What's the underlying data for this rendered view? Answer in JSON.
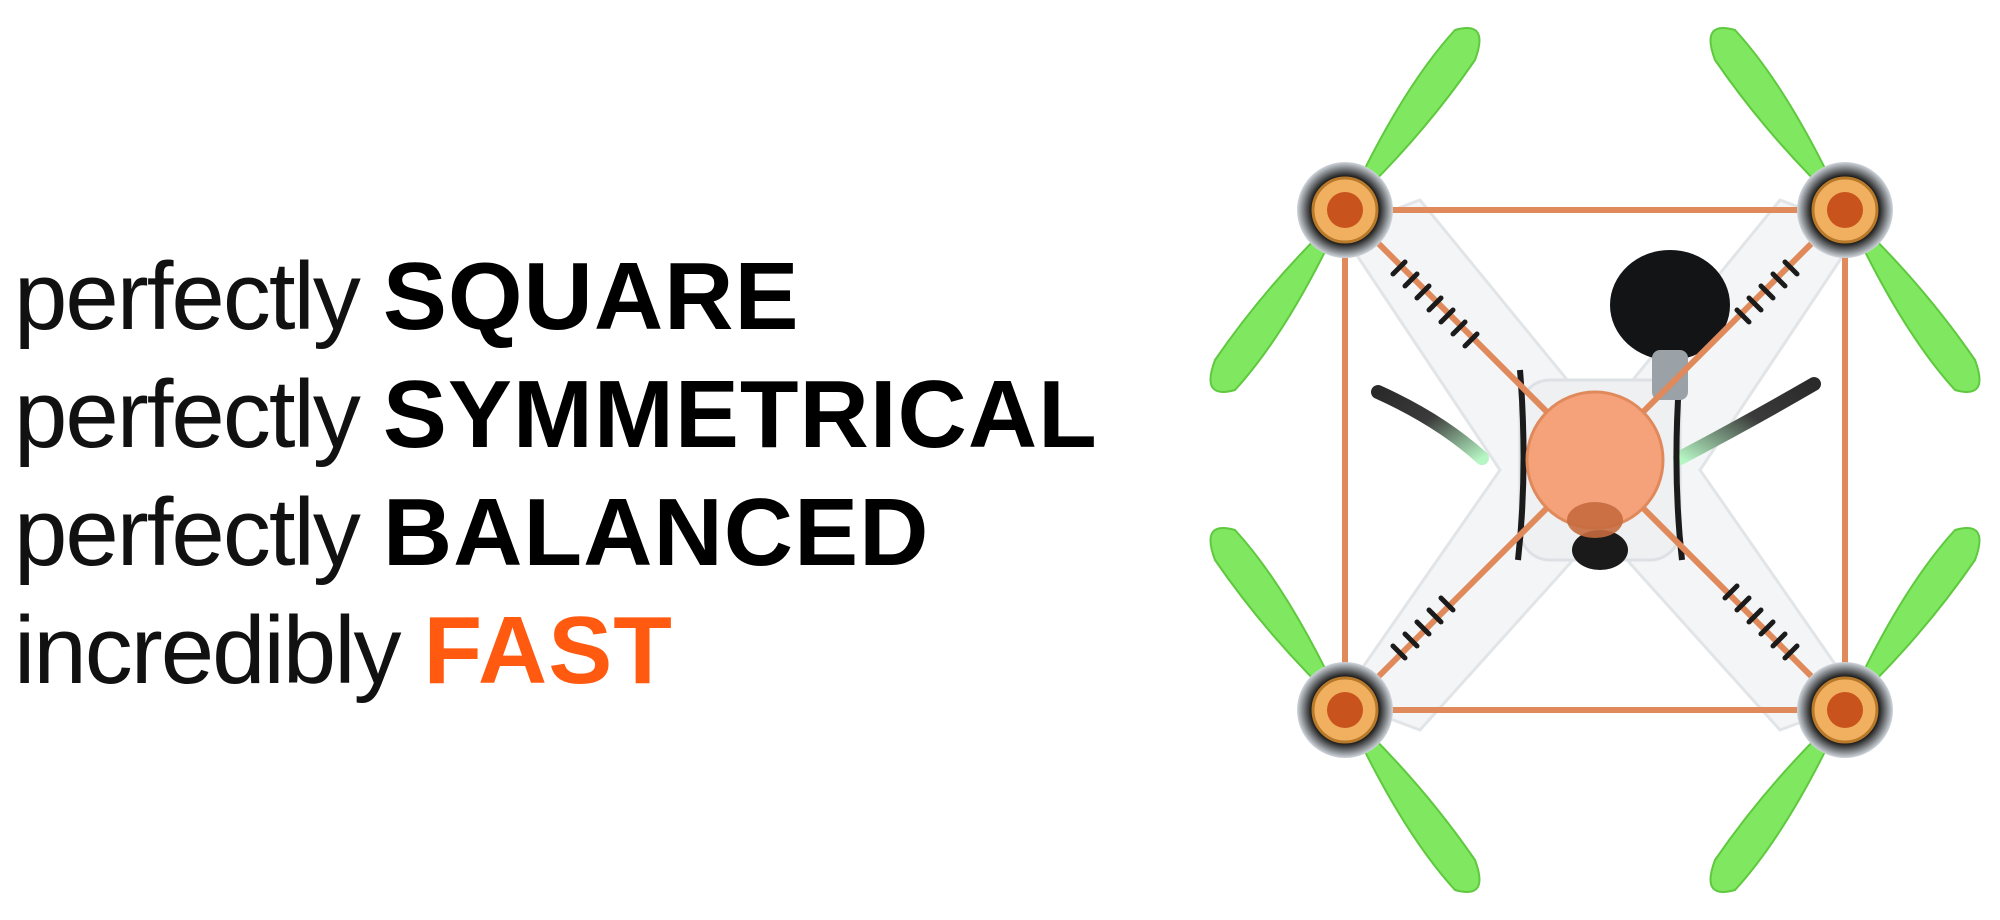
{
  "taglines": [
    {
      "lead": "perfectly",
      "key": "SQUARE",
      "key_color": "#000000"
    },
    {
      "lead": "perfectly",
      "key": "SYMMETRICAL",
      "key_color": "#000000"
    },
    {
      "lead": "perfectly",
      "key": "BALANCED",
      "key_color": "#000000"
    },
    {
      "lead": "incredibly",
      "key": "FAST",
      "key_color": "#ff5a10"
    }
  ],
  "colors": {
    "accent": "#ff5a10",
    "propeller": "#7fe860",
    "frame_outline": "#e08a5c",
    "center_disc": "#f5a27a",
    "motor_hub": "#f0b060",
    "camera_dome": "#121416"
  },
  "icons": {
    "drone": "quadcopter-top-view",
    "camera": "camera-dome-icon",
    "antenna": "antenna-icon"
  }
}
